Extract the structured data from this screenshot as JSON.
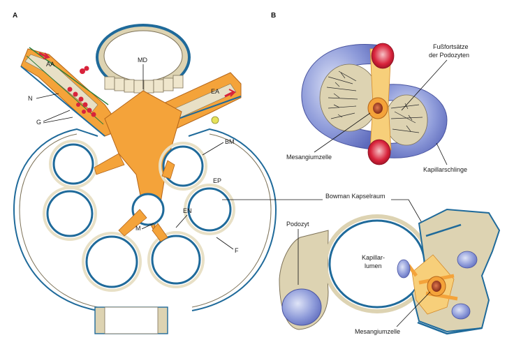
{
  "panels": {
    "a": "A",
    "b": "B"
  },
  "labels": {
    "aa": "AA",
    "n": "N",
    "g": "G",
    "md": "MD",
    "ea": "EA",
    "bm": "BM",
    "ep": "EP",
    "en": "EN",
    "m": "M",
    "f": "F",
    "fussfortsaetze_1": "Fußfortsätze",
    "fussfortsaetze_2": "der Podozyten",
    "mesangiumzelle_top": "Mesangiumzelle",
    "kapillarschlinge": "Kapillarschlinge",
    "bowman": "Bowman Kapselraum",
    "podozyt": "Podozyt",
    "kapillar_1": "Kapillar-",
    "kapillar_2": "lumen",
    "mesangiumzelle_bottom": "Mesangiumzelle"
  },
  "colors": {
    "capsule_blue": "#1f6a9a",
    "capsule_fill": "#ece3c8",
    "mesangium_orange": "#f4a33a",
    "mesangium_light": "#f7cf7a",
    "podocyte_blue": "#7f8fd6",
    "erythrocyte_red": "#d8233b",
    "nucleus": "#b0402a",
    "tubule_fill": "#ddd3b2"
  }
}
